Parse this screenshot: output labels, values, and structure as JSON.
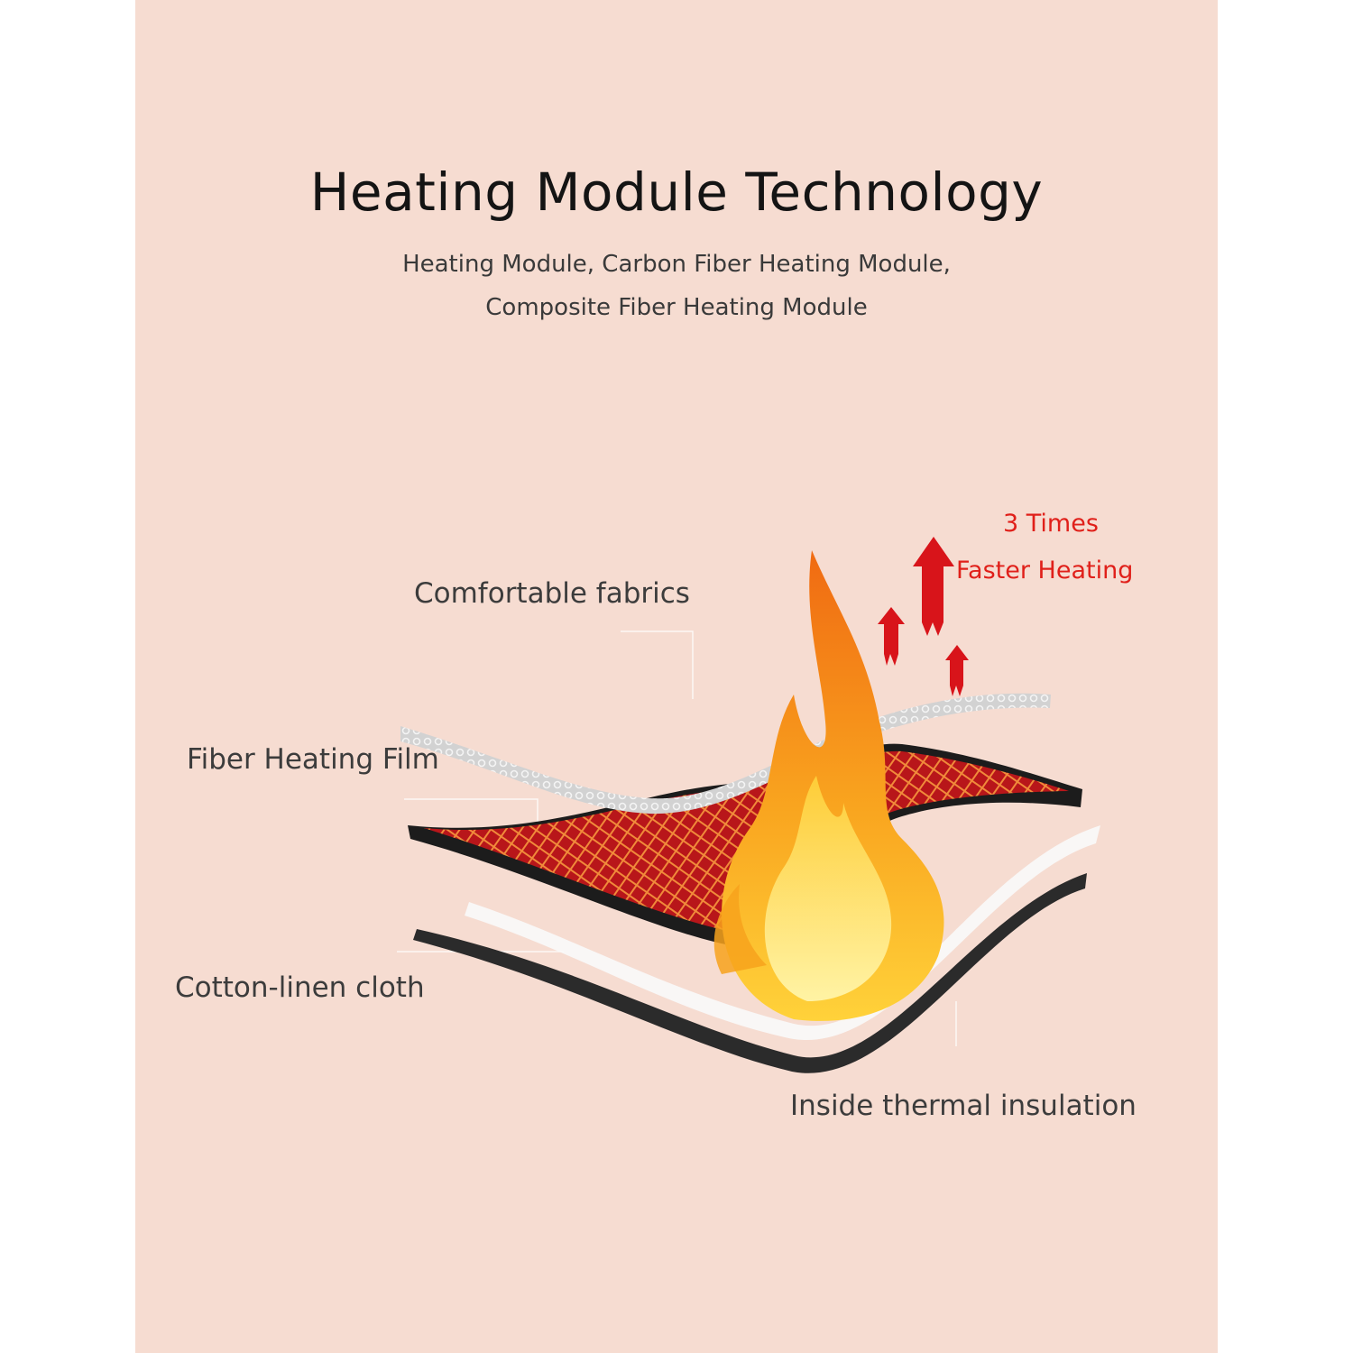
{
  "title": "Heating Module Technology",
  "subtitle_line1": "Heating Module, Carbon Fiber Heating Module,",
  "subtitle_line2": "Composite Fiber Heating Module",
  "labels": {
    "comfortable_fabrics": "Comfortable fabrics",
    "fiber_heating_film": "Fiber Heating Film",
    "cotton_linen_cloth": "Cotton-linen cloth",
    "inside_thermal_insulation": "Inside thermal insulation"
  },
  "callout": {
    "line1": "3 Times",
    "line2": "Faster Heating"
  },
  "colors": {
    "background": "#f6dcd1",
    "accent_red": "#e0201a",
    "flame_orange": "#f7a21c",
    "flame_yellow": "#ffe14a",
    "layer_dark": "#2b2b2b",
    "mesh_red": "#c81e1e",
    "fabric_grey": "#c9c9c9"
  },
  "icons": [
    "flame-icon",
    "up-arrow-icon"
  ]
}
